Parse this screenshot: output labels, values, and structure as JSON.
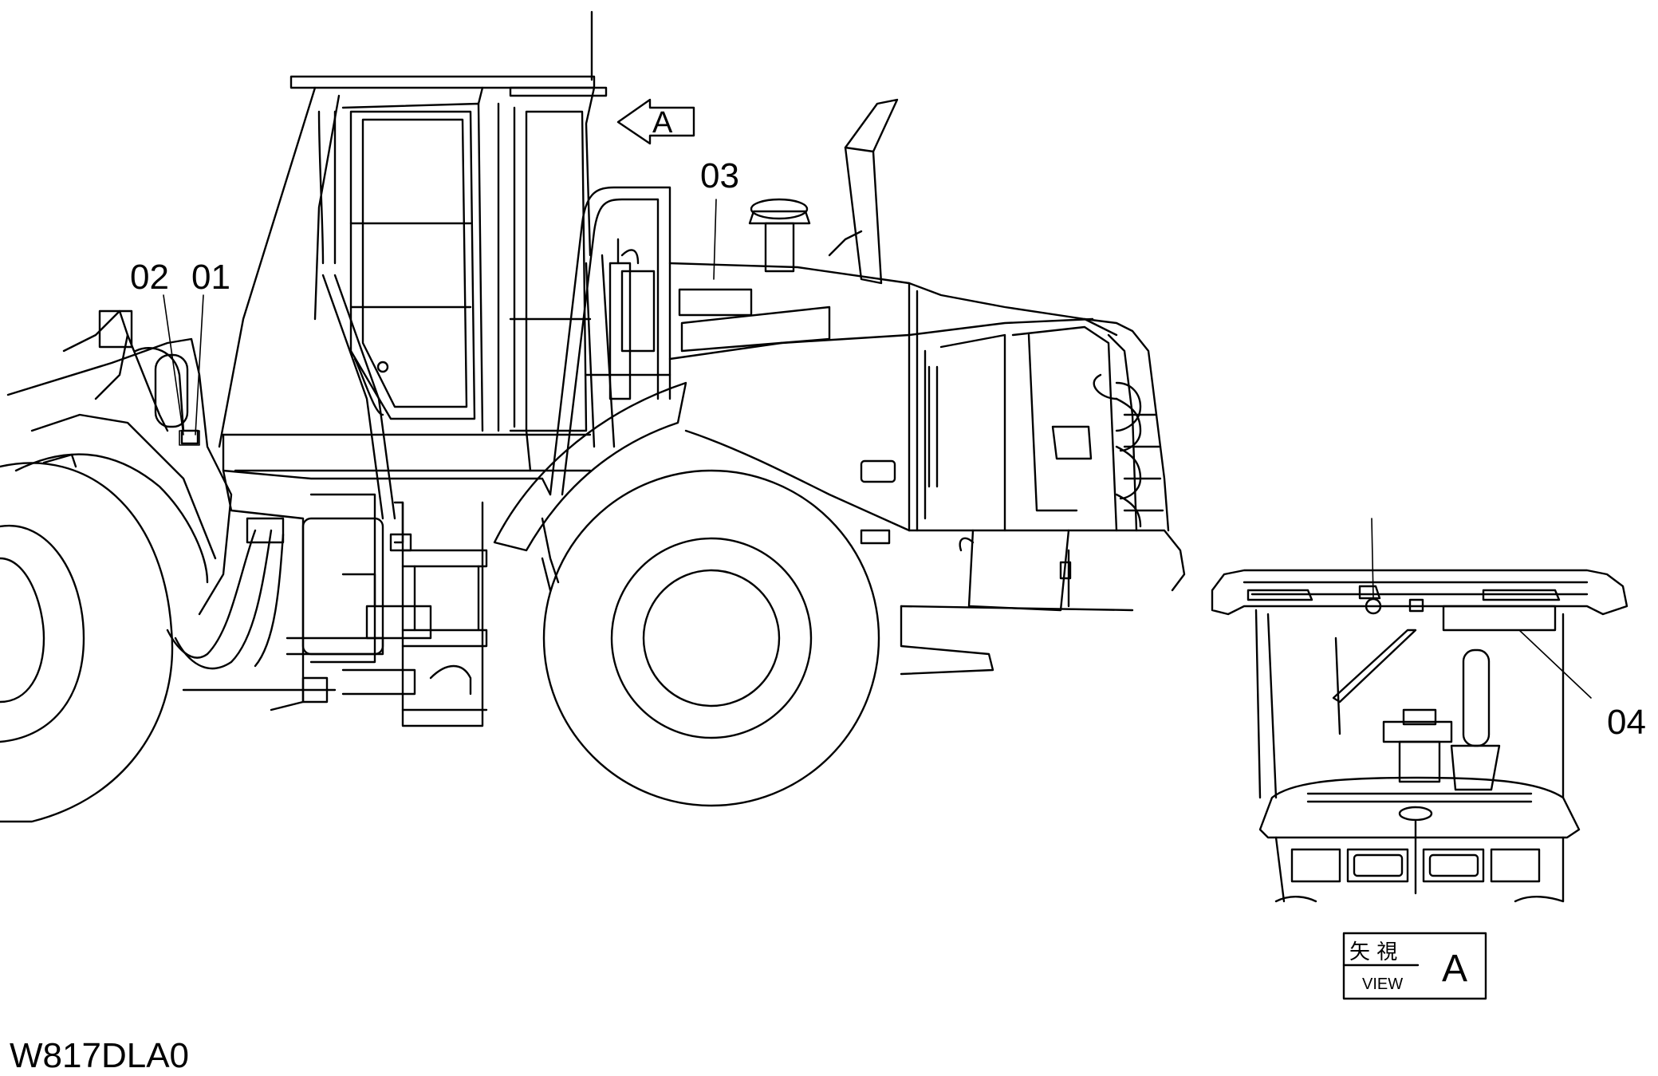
{
  "callouts": {
    "c01": "01",
    "c02": "02",
    "c03": "03",
    "c04": "04"
  },
  "view_arrow": {
    "letter": "A"
  },
  "view_box": {
    "japanese": "矢 視",
    "english": "VIEW",
    "letter": "A"
  },
  "drawing_code": "W817DLA0",
  "colors": {
    "line": "#000000",
    "background": "#ffffff"
  }
}
